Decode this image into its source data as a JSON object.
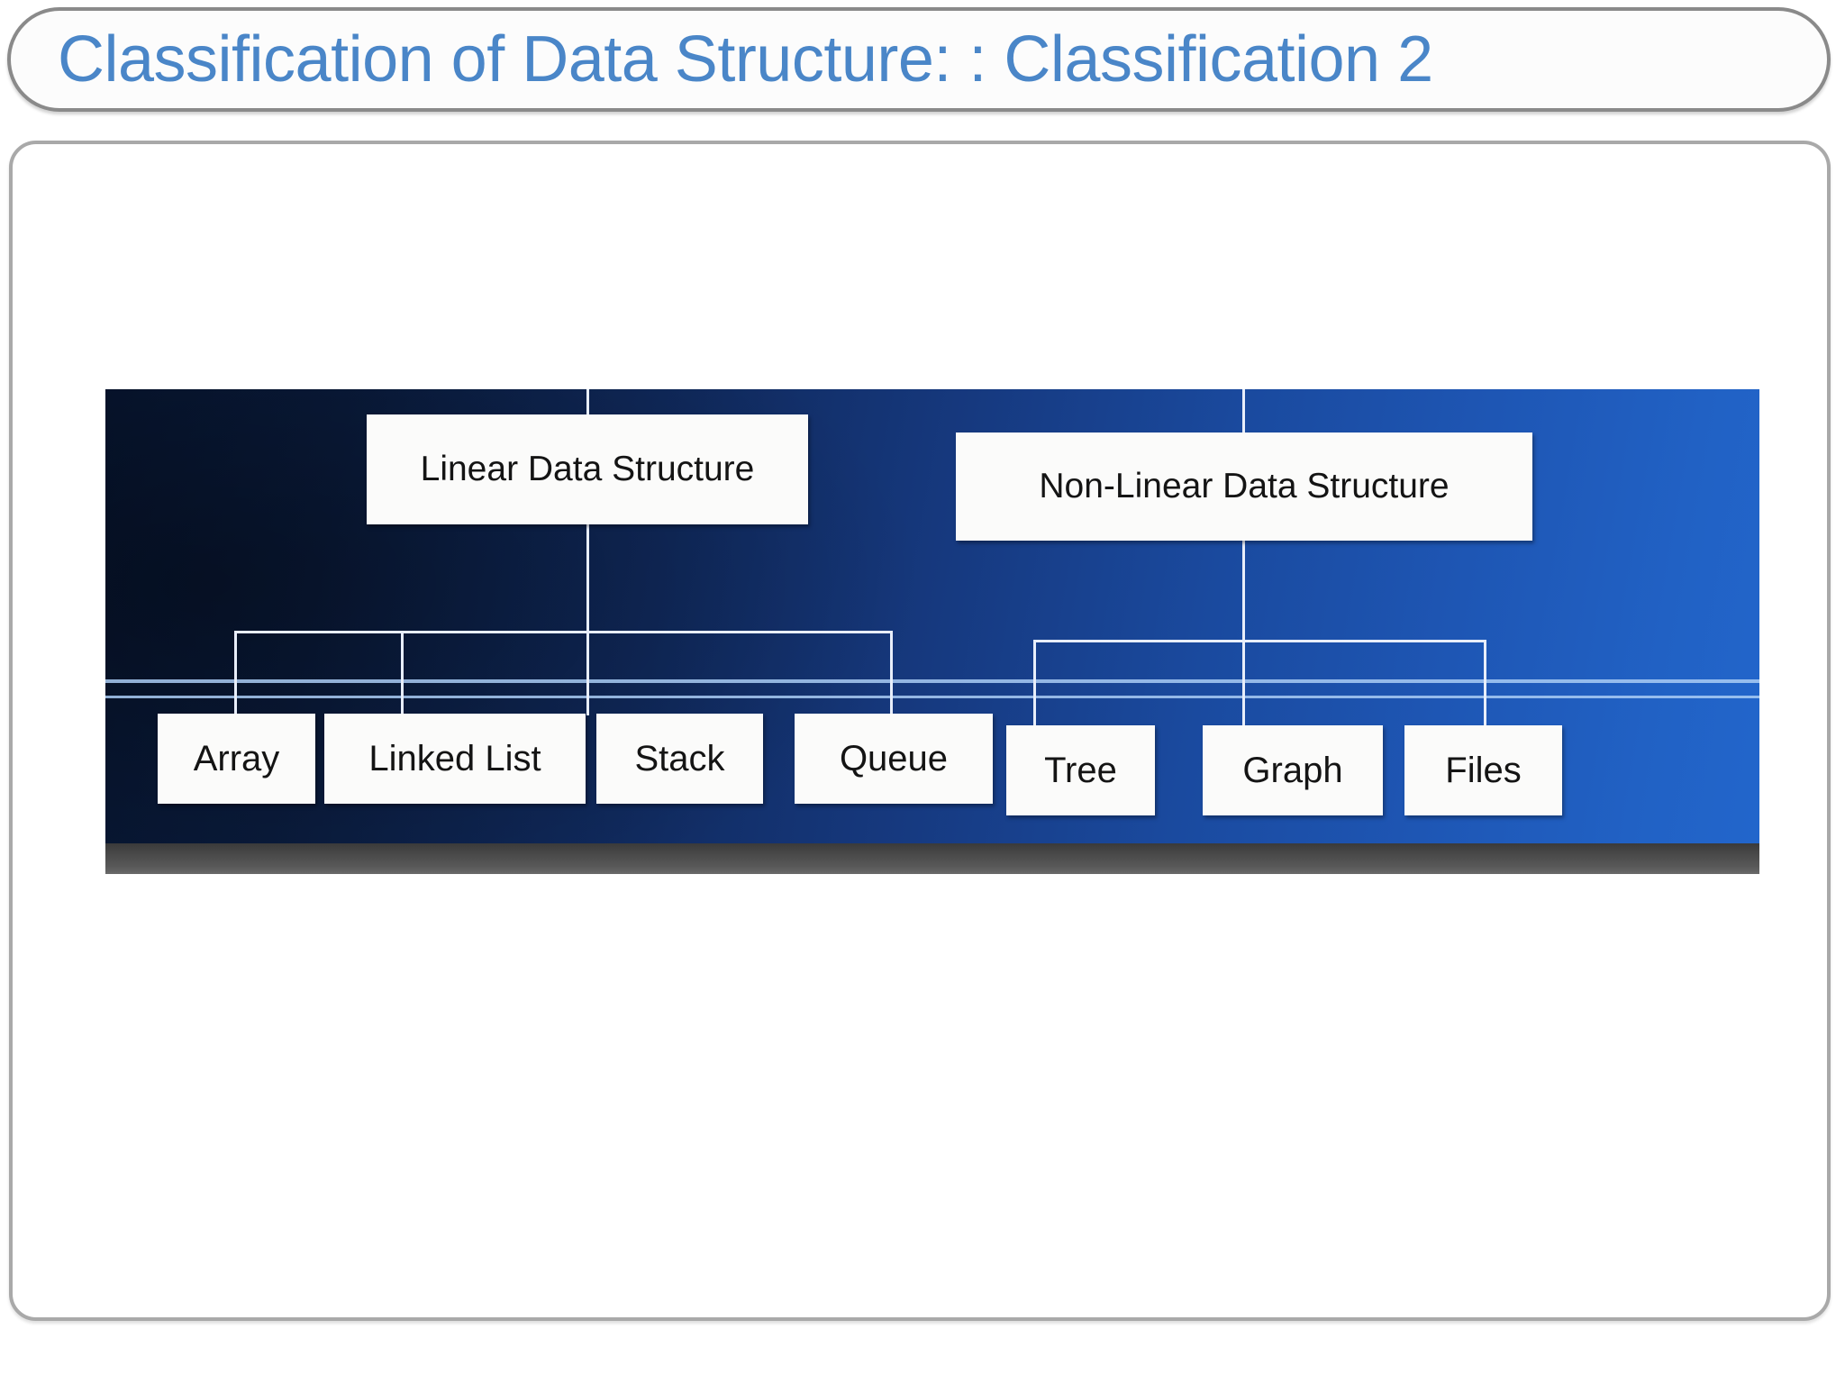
{
  "slide": {
    "title": "Classification of Data Structure: : Classification 2",
    "title_color": "#4a86c8",
    "background": "#ffffff"
  },
  "diagram": {
    "type": "tree",
    "name": "data-structure-classification-tree",
    "background_colors": [
      "#071632",
      "#16397f",
      "#2266cc"
    ],
    "node_box_color": "#fbfbfa",
    "node_text_color": "#141414",
    "connector_color": "#e8eefa",
    "levels": [
      {
        "level": 1,
        "nodes": [
          {
            "id": "linear",
            "label": "Linear Data Structure"
          },
          {
            "id": "nonlinear",
            "label": "Non-Linear Data Structure"
          }
        ]
      },
      {
        "level": 2,
        "parent_linear": [
          {
            "id": "array",
            "label": "Array"
          },
          {
            "id": "linkedlist",
            "label": "Linked List"
          },
          {
            "id": "stack",
            "label": "Stack"
          },
          {
            "id": "queue",
            "label": "Queue"
          }
        ],
        "parent_nonlinear": [
          {
            "id": "tree",
            "label": "Tree"
          },
          {
            "id": "graph",
            "label": "Graph"
          },
          {
            "id": "files",
            "label": "Files"
          }
        ]
      }
    ]
  }
}
